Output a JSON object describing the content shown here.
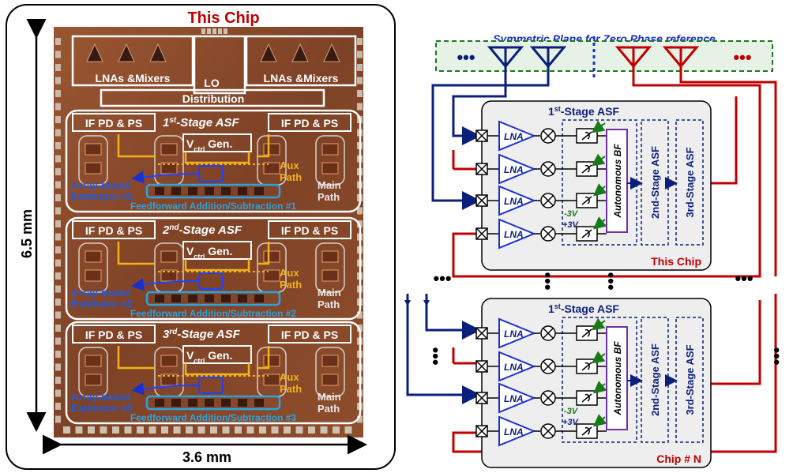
{
  "die": {
    "title": "This Chip",
    "height_label": "6.5 mm",
    "width_label": "3.6 mm",
    "lna_mixer_label": "LNAs &Mixers",
    "lo_label_line1": "LO",
    "lo_label_line2": "Distribution",
    "if_pd_label": "IF PD & PS",
    "stage_prefix": [
      "1",
      "2",
      "3"
    ],
    "stage_suffix": [
      "st",
      "nd",
      "rd"
    ],
    "stage_word": "-Stage ASF",
    "vctrl_prefix": "V",
    "vctrl_sub": "ctrl",
    "vctrl_suffix": " Gen.",
    "aux_line1": "Aux",
    "aux_line2": "Path",
    "main_line1": "Main",
    "main_line2": "Path",
    "estimator_line1": "Array-based",
    "estimator_line2": [
      "Estimator #1",
      "Estimator #2",
      "Estimator #3"
    ],
    "feedforward": [
      "Feedforward Addition/Subtraction #1",
      "Feedforward Addition/Subtraction #2",
      "Feedforward Addition/Subtraction #3"
    ]
  },
  "block": {
    "symmetric_plane": "Symmetric Plane for Zero Phase reference",
    "ellipsis": "•••",
    "first_stage_prefix": "1",
    "first_stage_sup": "st",
    "first_stage_suffix": "-Stage ASF",
    "lna": "LNA",
    "autonomous_bf": "Autonomous BF",
    "second_stage": "2nd-Stage ASF",
    "third_stage": "3rd-Stage ASF",
    "minus3v": "-3V",
    "plus3v": "+3V",
    "chip_labels": [
      "This Chip",
      "Chip # N"
    ]
  },
  "colors": {
    "chip_title": "#c00000",
    "navy": "#0a1f7a",
    "red": "#c00000",
    "blue": "#1a2fd0",
    "green": "#1a7a1a",
    "purple": "#7030a0",
    "estimator_blue": "#1f5ae0",
    "feedforward_cyan": "#2ba3e0",
    "aux_yellow": "#f2b21a",
    "die_brown": "#8a4a2a"
  }
}
